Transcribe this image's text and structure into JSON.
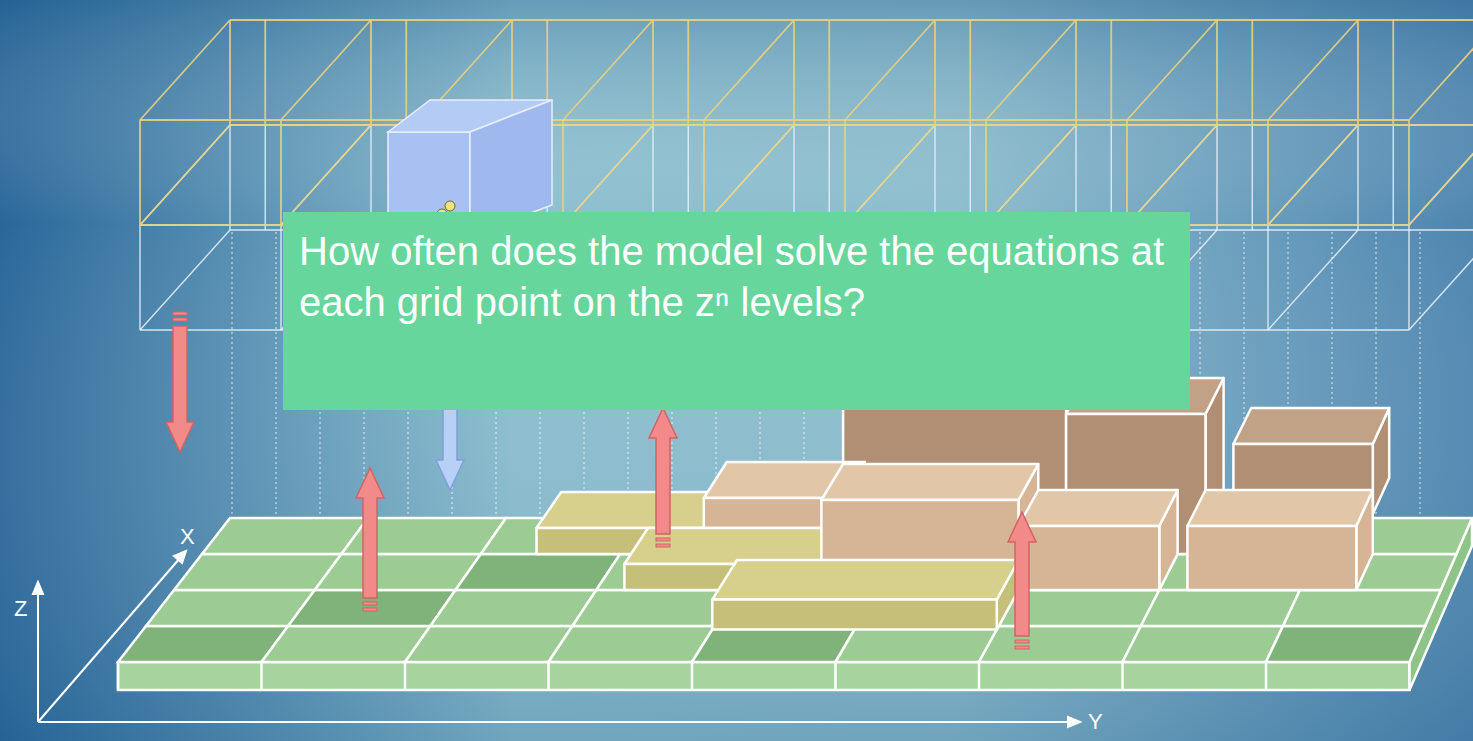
{
  "diagram": {
    "nodes": [
      {
        "text": [
          "How often does the model solve the equations at each grid point on the zⁿ levels?"
        ]
      }
    ],
    "labels": [
      "Z",
      "X",
      "Y"
    ]
  }
}
